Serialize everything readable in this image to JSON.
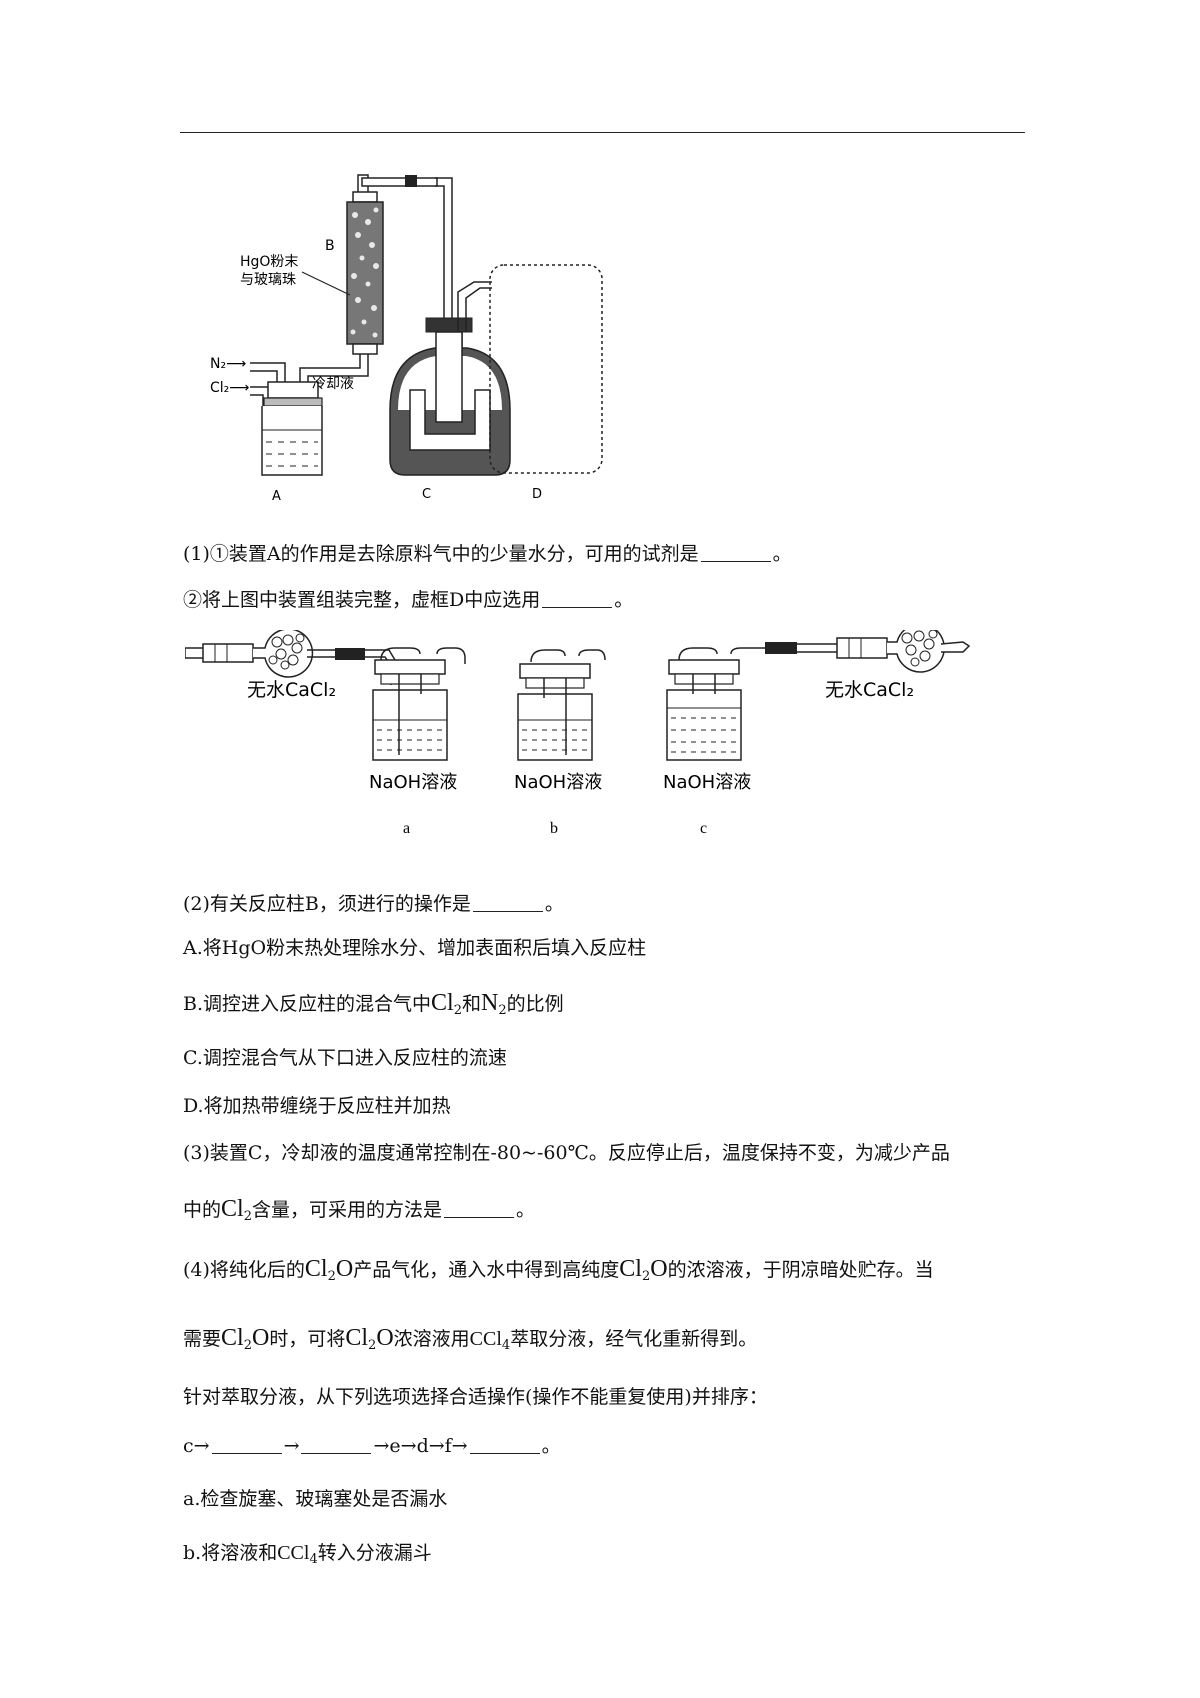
{
  "figure1": {
    "label_B": "B",
    "hgo_line1": "HgO粉末",
    "hgo_line2": "与玻璃珠",
    "n2": "N₂⟶",
    "cl2": "Cl₂⟶",
    "coolant": "冷却液",
    "label_A": "A",
    "label_C": "C",
    "label_D": "D"
  },
  "q1": {
    "line1": "(1)①装置A的作用是去除原料气中的少量水分，可用的试剂是",
    "line1_end": "。",
    "line2": "②将上图中装置组装完整，虚框D中应选用",
    "line2_end": "。"
  },
  "figure2": {
    "anhydrous_left": "无水CaCl₂",
    "anhydrous_right": "无水CaCl₂",
    "naoh_a": "NaOH溶液",
    "naoh_b": "NaOH溶液",
    "naoh_c": "NaOH溶液",
    "label_a": "a",
    "label_b": "b",
    "label_c": "c"
  },
  "q2": {
    "stem": "(2)有关反应柱B，须进行的操作是",
    "stem_end": "。",
    "optA": "A.将HgO粉末热处理除水分、增加表面积后填入反应柱",
    "optB_pre": "B.调控进入反应柱的混合气中",
    "optB_cl": "Cl",
    "optB_cl_sub": "2",
    "optB_mid": "和",
    "optB_n": "N",
    "optB_n_sub": "2",
    "optB_post": "的比例",
    "optC": "C.调控混合气从下口进入反应柱的流速",
    "optD": "D.将加热带缠绕于反应柱并加热"
  },
  "q3": {
    "line1": "(3)装置C，冷却液的温度通常控制在-80~-60℃。反应停止后，温度保持不变，为减少产品",
    "line2_pre": "中的",
    "line2_cl": "Cl",
    "line2_sub": "2",
    "line2_post": "含量，可采用的方法是",
    "line2_end": "。"
  },
  "q4": {
    "l1_pre": "(4)将纯化后的",
    "cl2o_cl": "Cl",
    "cl2o_sub": "2",
    "cl2o_o": "O",
    "l1_mid": "产品气化，通入水中得到高纯度",
    "l1_post": "的浓溶液，于阴凉暗处贮存。当",
    "l2_pre": "需要",
    "l2_mid": "时，可将",
    "l2_mid2": "浓溶液用",
    "ccl": "CCl",
    "ccl_sub": "4",
    "l2_post": "萃取分液，经气化重新得到。",
    "l3": "针对萃取分液，从下列选项选择合适操作(操作不能重复使用)并排序：",
    "seq_c": "c→",
    "seq_arrow": "→",
    "seq_efd": "→e→d→f→",
    "seq_end": "。",
    "opt_a": "a.检查旋塞、玻璃塞处是否漏水",
    "opt_b_pre": "b.将溶液和",
    "opt_b_post": "转入分液漏斗"
  }
}
